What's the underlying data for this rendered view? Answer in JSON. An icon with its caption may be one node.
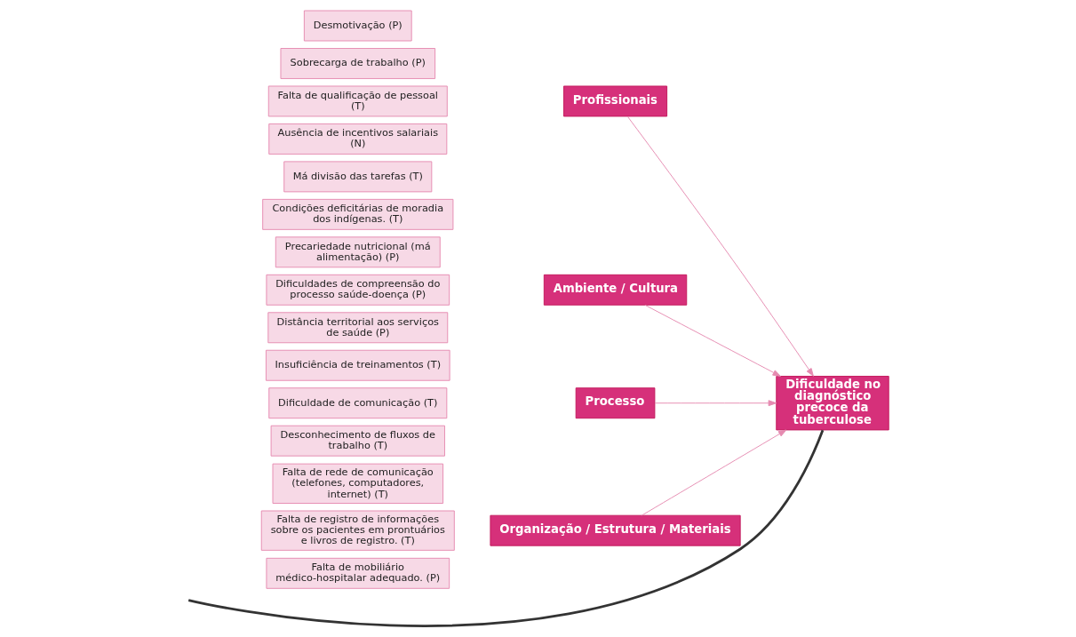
{
  "diagram": {
    "nodes": [
      {
        "text": [
          "Profissionais"
        ]
      },
      {
        "text": [
          "Desmotivação (P)"
        ]
      },
      {
        "text": [
          "Sobrecarga de trabalho (P)"
        ]
      },
      {
        "text": [
          "Falta de qualificação de pessoal (T)"
        ]
      },
      {
        "text": [
          "Ausência de incentivos salariais (N)"
        ]
      },
      {
        "text": [
          "Má divisão das tarefas (T)"
        ]
      },
      {
        "text": [
          "Ambiente / Cultura"
        ]
      },
      {
        "text": [
          "Condições deficitárias de moradia dos indígenas. (T)"
        ]
      },
      {
        "text": [
          "Precariedade nutricional (má alimentação) (P)"
        ]
      },
      {
        "text": [
          "Dificuldades de compreensão do processo saúde-doença (P)"
        ]
      },
      {
        "text": [
          "Distância territorial aos serviços de saúde (P)"
        ]
      },
      {
        "text": [
          "Dificuldade no diagnóstico precoce da tuberculose"
        ]
      },
      {
        "text": [
          "Insuficiência de treinamentos (T)"
        ]
      },
      {
        "text": [
          "Dificuldade de comunicação (T)"
        ]
      },
      {
        "text": [
          "Desconhecimento de fluxos de trabalho (T)"
        ]
      },
      {
        "text": [
          "Processo"
        ]
      },
      {
        "text": [
          "Falta de rede de comunicação (telefones, computadores, internet) (T)"
        ]
      },
      {
        "text": [
          "Falta de registro de informações sobre os pacientes em prontuários e livros de registro. (T)"
        ]
      },
      {
        "text": [
          "Falta de mobiliário médico-hospitalar adequado. (P)"
        ]
      },
      {
        "text": [
          "Organização / Estrutura / Materiais"
        ]
      }
    ],
    "edges": [
      {
        "from": 0,
        "to": 11,
        "arrow": "to"
      },
      {
        "from": 6,
        "to": 11,
        "arrow": "to"
      },
      {
        "from": 15,
        "to": 11,
        "arrow": "to"
      },
      {
        "from": 19,
        "to": 11,
        "arrow": "to"
      },
      {
        "from": null,
        "to": 11,
        "arrow": "none",
        "style": "thick",
        "color": "#333333"
      }
    ]
  }
}
